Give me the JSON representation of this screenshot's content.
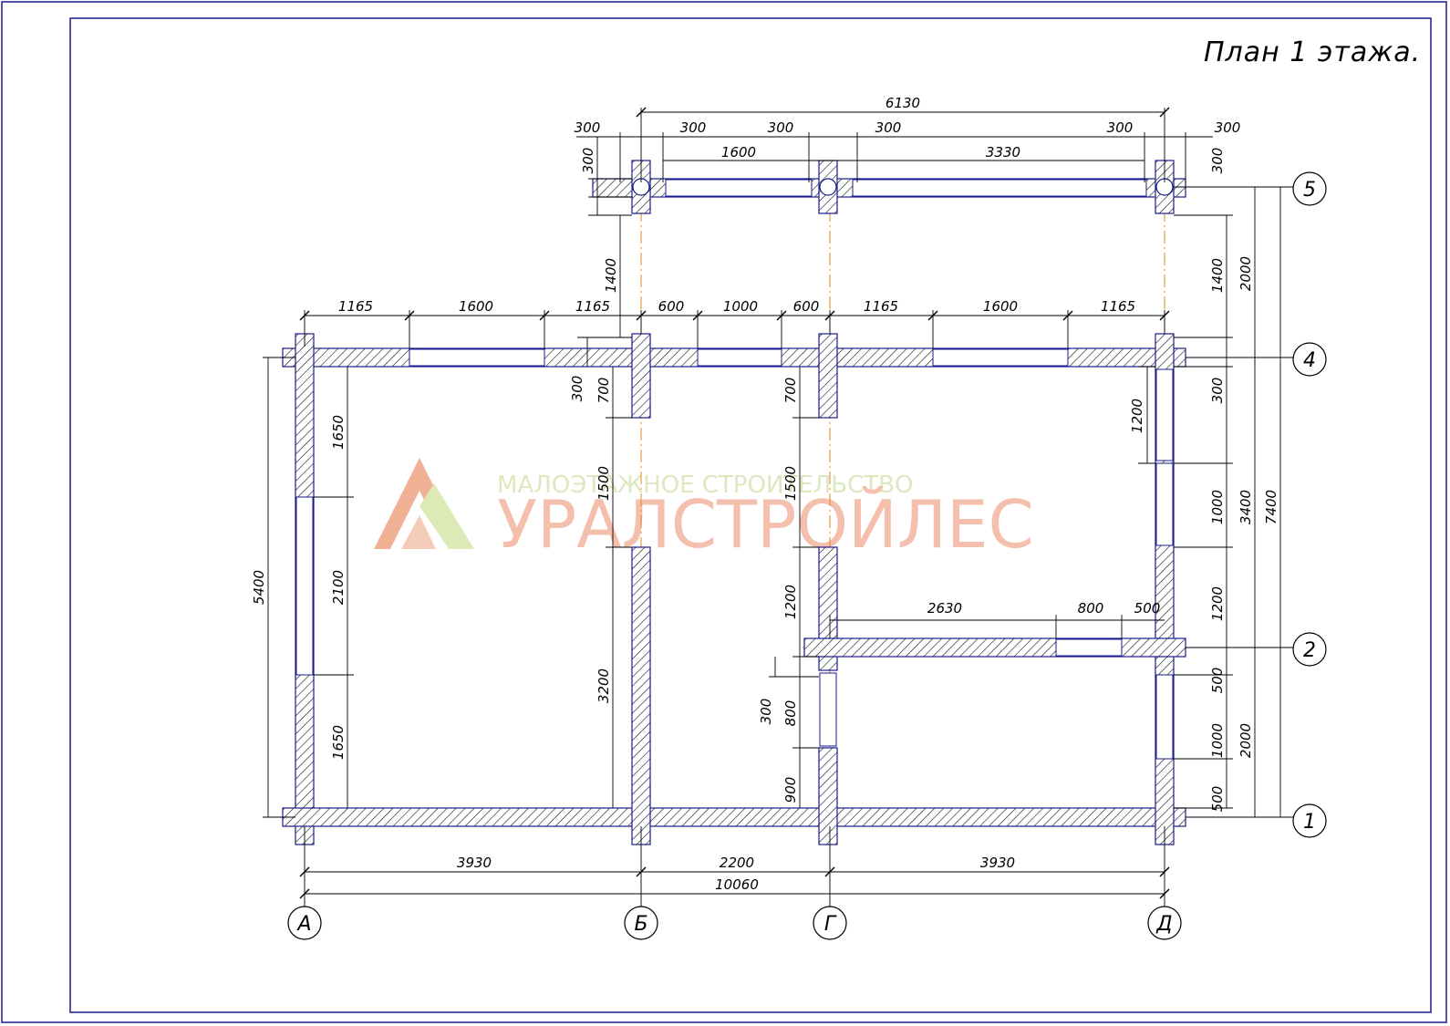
{
  "title": "План 1 этажа.",
  "watermark": {
    "subtitle": "МАЛОЭТАЖНОЕ СТРОИТЕЛЬСТВО",
    "brand": "УРАЛСТРОЙЛЕС"
  },
  "colors": {
    "wall_outline": "#1a1a8c",
    "axis_line": "#e08a20",
    "dimension_line": "#000000",
    "watermark_text": "#f3b9a4",
    "watermark_subtitle": "#d9e6b8",
    "logo_orange": "#f0a98c",
    "logo_green": "#d8e8b0"
  },
  "axes": {
    "columns": [
      "А",
      "Б",
      "Г",
      "Д"
    ],
    "rows": [
      "5",
      "4",
      "2",
      "1"
    ]
  },
  "dimensions": {
    "top_total": "6130",
    "top_row1": [
      "300",
      "300",
      "300",
      "300",
      "300",
      "300"
    ],
    "top_row2": [
      "1600",
      "3330"
    ],
    "top_left_vert": "300",
    "top_right_vert": "300",
    "vert_1400_left": "1400",
    "mid_row": [
      "1165",
      "1600",
      "1165",
      "600",
      "1000",
      "600",
      "1165",
      "1600",
      "1165"
    ],
    "left_total": "5400",
    "left_inner": [
      "1650",
      "2100",
      "1650"
    ],
    "col_b_inner": [
      "300",
      "700",
      "1500",
      "3200"
    ],
    "col_g_inner": [
      "700",
      "1500",
      "1200",
      "300",
      "800",
      "900"
    ],
    "inner_horizontal": [
      "2630",
      "800",
      "500"
    ],
    "right_inner": [
      "1200"
    ],
    "right_chain1": [
      "1400",
      "300",
      "1000",
      "1200",
      "500",
      "1000",
      "500"
    ],
    "right_chain2": [
      "2000",
      "3400",
      "2000"
    ],
    "right_total": "7400",
    "bottom_row1": [
      "3930",
      "2200",
      "3930"
    ],
    "bottom_total": "10060"
  }
}
